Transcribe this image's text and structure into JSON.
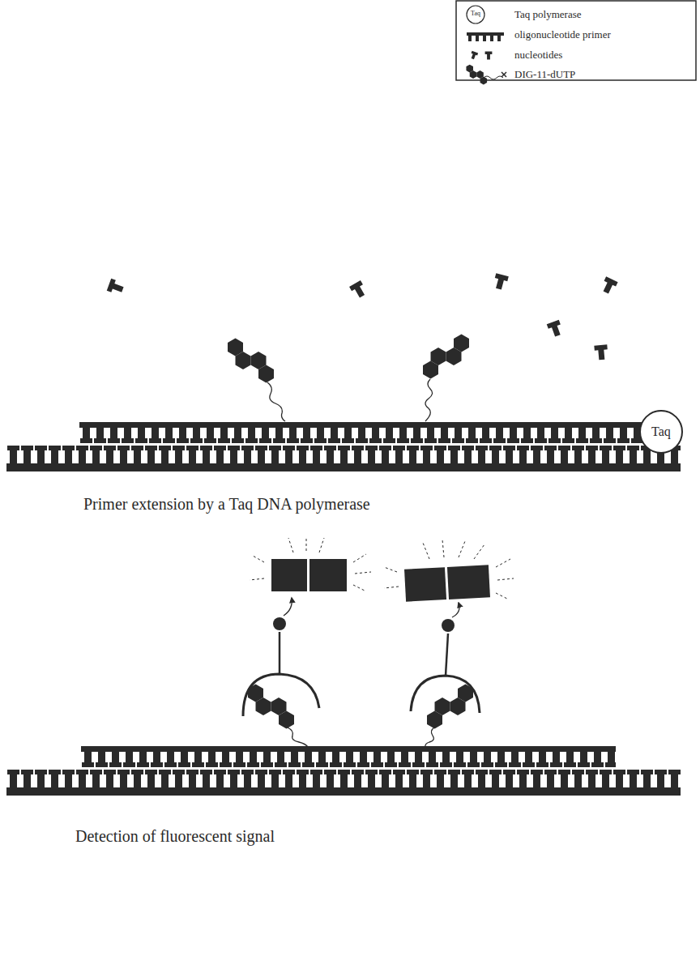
{
  "diagram": {
    "nodes": [
      {
        "text": [
          "Taq"
        ]
      }
    ],
    "labels": [
      "Taq",
      "Primer extension by a Taq DNA polymerase",
      "Detection of fluorescent signal"
    ],
    "legend": [
      {
        "text": "Taq polymerase"
      },
      {
        "text": "oligonucleotide primer"
      },
      {
        "text": "nucleotides"
      },
      {
        "text": "DIG-11-dUTP"
      }
    ]
  }
}
